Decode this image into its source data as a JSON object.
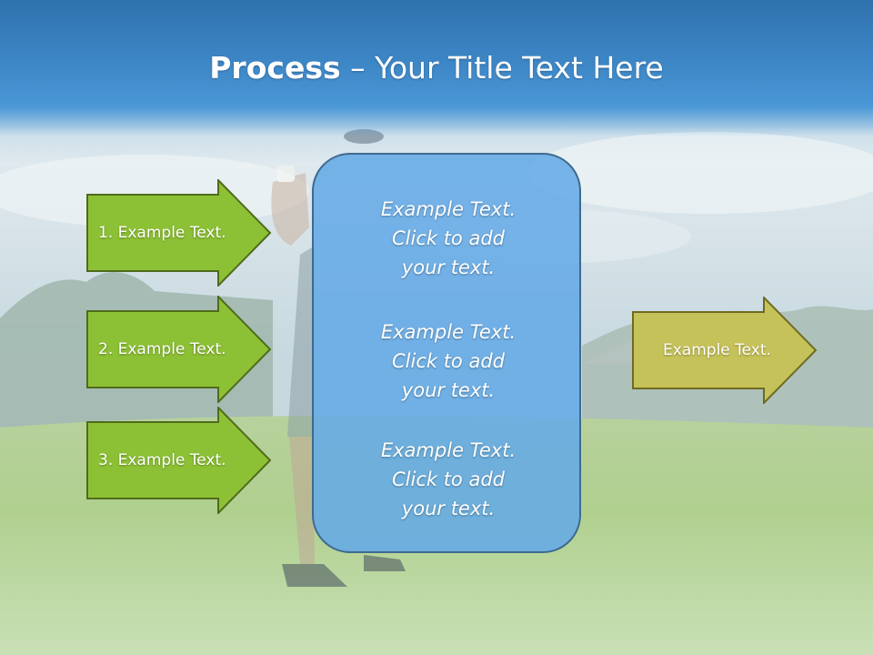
{
  "title": {
    "bold": "Process",
    "rest": " – Your Title Text Here"
  },
  "left_arrows": [
    {
      "label": "1. Example Text."
    },
    {
      "label": "2. Example Text."
    },
    {
      "label": "3. Example Text."
    }
  ],
  "center_box": {
    "paragraphs": [
      {
        "lines": [
          "Example Text.",
          "Click  to add",
          "your text."
        ]
      },
      {
        "lines": [
          "Example Text.",
          "Click  to add",
          "your text."
        ]
      },
      {
        "lines": [
          "Example Text.",
          "Click  to add",
          "your text."
        ]
      }
    ]
  },
  "right_arrow": {
    "label": "Example Text."
  },
  "colors": {
    "left_arrow_fill": "#8dc135",
    "left_arrow_border": "#4f6b1b",
    "right_arrow_fill": "#c6c25a",
    "right_arrow_border": "#6d6b22",
    "box_fill": "#64aae6",
    "header": "#3a82c2"
  }
}
